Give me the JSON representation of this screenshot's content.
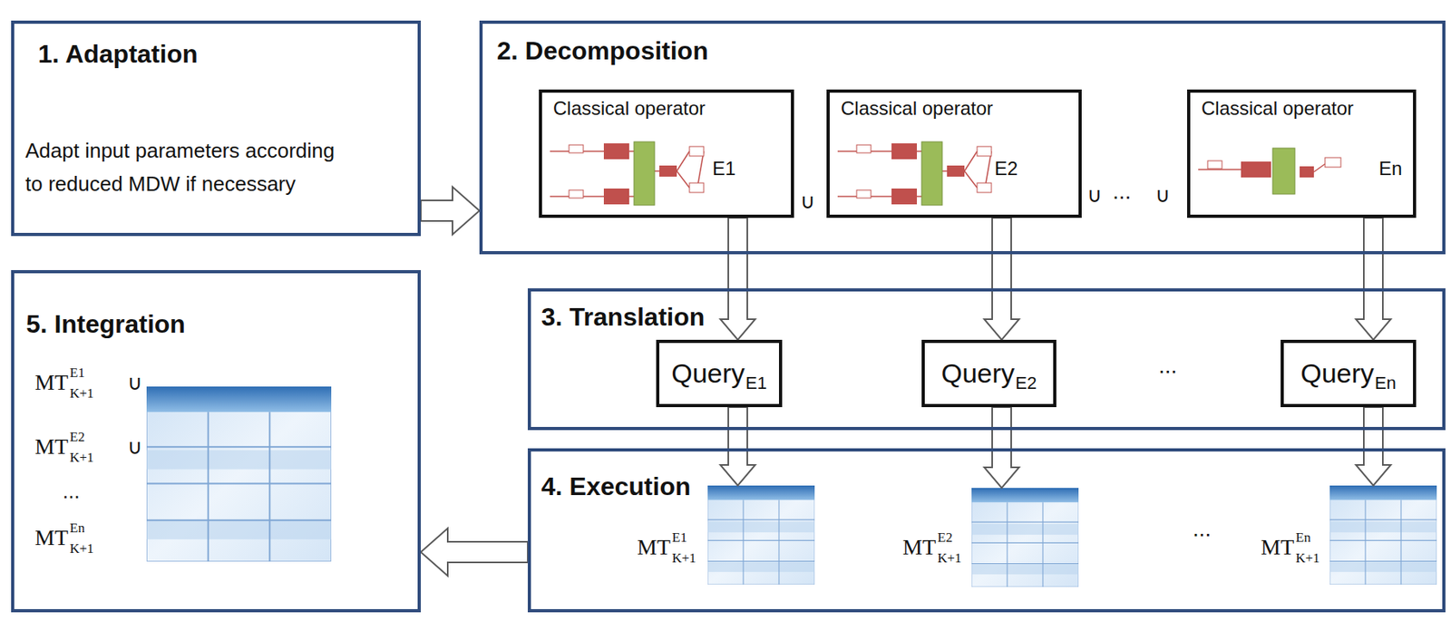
{
  "diagram": {
    "nodes": [
      {
        "text": [
          "1. Adaptation",
          "Adapt input parameters according to reduced MDW if necessary"
        ]
      },
      {
        "text": [
          "2. Decomposition"
        ]
      },
      {
        "text": [
          "Classical operator",
          "E1"
        ],
        "in": 1
      },
      {
        "text": [
          "Classical operator",
          "E2"
        ],
        "in": 1
      },
      {
        "text": [
          "Classical operator",
          "En"
        ],
        "in": 1
      },
      {
        "text": [
          "3. Translation"
        ]
      },
      {
        "text": [
          "Query",
          "E1"
        ],
        "in": 5
      },
      {
        "text": [
          "Query",
          "E2"
        ],
        "in": 5
      },
      {
        "text": [
          "Query",
          "En"
        ],
        "in": 5
      },
      {
        "text": [
          "4. Execution"
        ]
      },
      {
        "text": [
          "MT",
          "E1",
          "K+1"
        ],
        "in": 9
      },
      {
        "text": [
          "MT",
          "E2",
          "K+1"
        ],
        "in": 9
      },
      {
        "text": [
          "MT",
          "En",
          "K+1"
        ],
        "in": 9
      },
      {
        "text": [
          "5. Integration"
        ]
      },
      {
        "text": [
          "MT",
          "E1",
          "K+1",
          "∪",
          "MT",
          "E2",
          "K+1",
          "∪",
          "...",
          "MT",
          "En",
          "K+1"
        ],
        "in": 13
      }
    ],
    "edges": [
      {
        "from": 0,
        "to": 1,
        "arrow": "to"
      },
      {
        "from": 2,
        "to": 6,
        "arrow": "to"
      },
      {
        "from": 3,
        "to": 7,
        "arrow": "to"
      },
      {
        "from": 4,
        "to": 8,
        "arrow": "to"
      },
      {
        "from": 6,
        "to": 10,
        "arrow": "to"
      },
      {
        "from": 7,
        "to": 11,
        "arrow": "to"
      },
      {
        "from": 8,
        "to": 12,
        "arrow": "to"
      },
      {
        "from": 9,
        "to": 13,
        "arrow": "to"
      }
    ],
    "labels": [
      "∪",
      "∪",
      "...",
      "∪",
      "...",
      "..."
    ]
  }
}
